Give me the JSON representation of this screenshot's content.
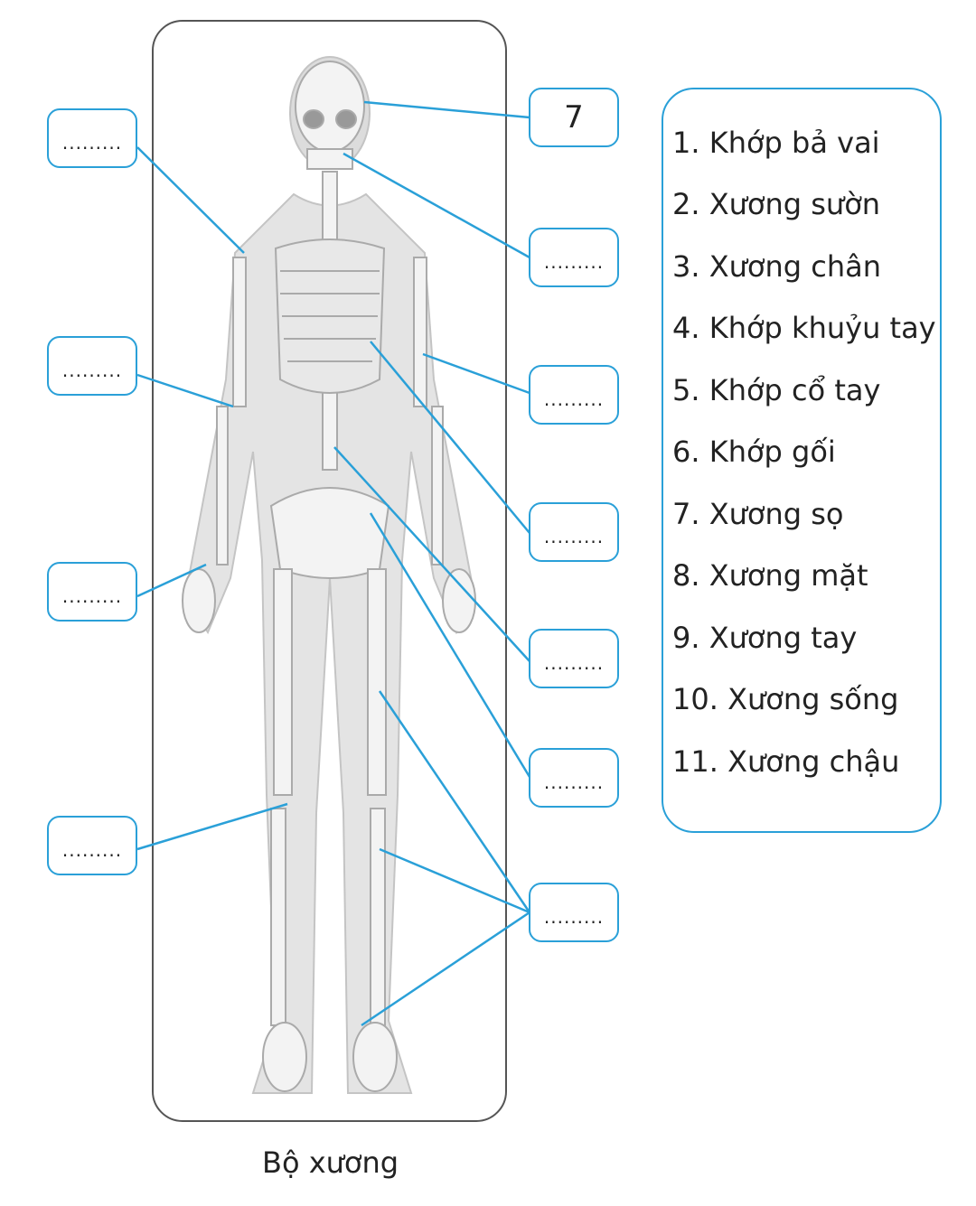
{
  "diagram": {
    "caption": "Bộ xương",
    "accent_color": "#2aa0d8",
    "left_boxes": [
      ".........",
      ".........",
      ".........",
      "........."
    ],
    "right_boxes": [
      "7",
      ".........",
      ".........",
      ".........",
      ".........",
      ".........",
      "........."
    ],
    "legend_items": [
      "1. Khớp bả vai",
      "2. Xương sườn",
      "3. Xương chân",
      "4. Khớp khuỷu tay",
      "5. Khớp cổ tay",
      "6. Khớp gối",
      "7. Xương sọ",
      "8. Xương mặt",
      "9. Xương tay",
      "10. Xương sống",
      "11. Xương chậu"
    ]
  }
}
